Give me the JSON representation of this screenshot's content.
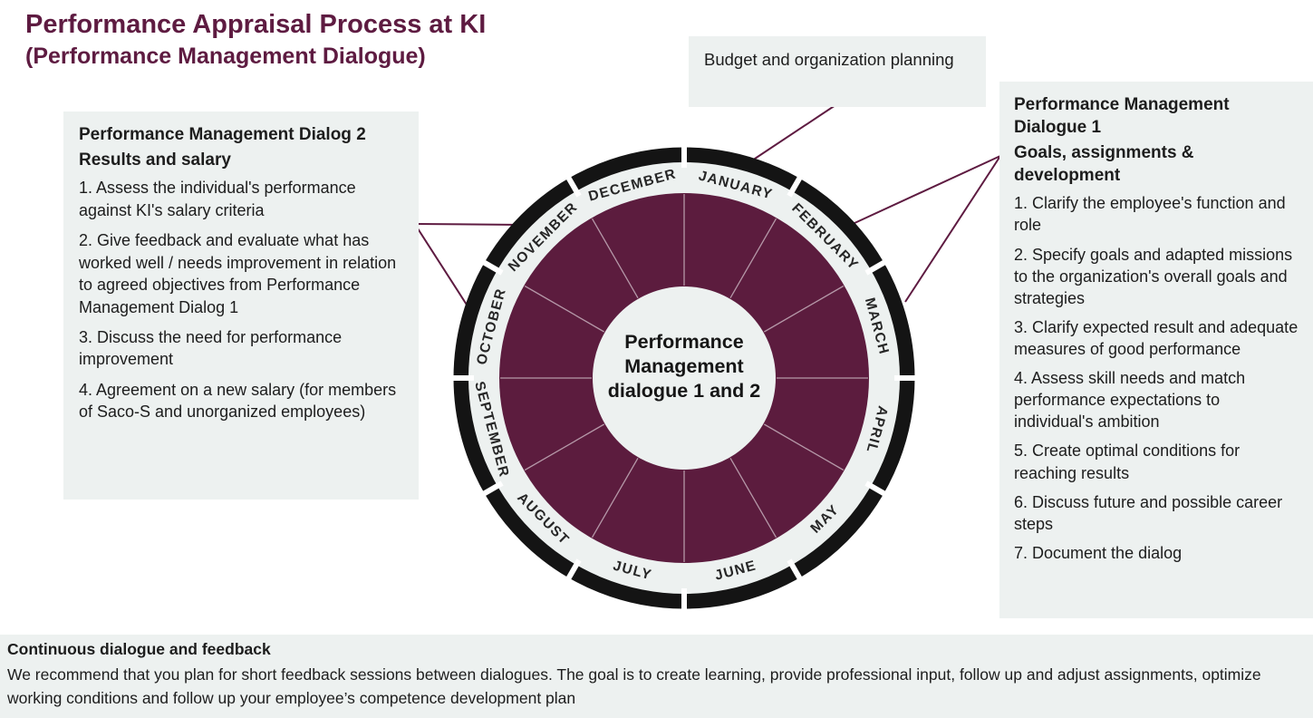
{
  "title": {
    "line1": "Performance Appraisal Process at KI",
    "line2": "(Performance Management Dialogue)"
  },
  "boxes": {
    "top": {
      "text": "Budget and organization planning"
    },
    "left": {
      "heading": "Performance Management Dialog 2",
      "subheading": "Results and salary",
      "items": [
        "1. Assess the individual's performance against KI's salary criteria",
        "2. Give feedback and evaluate what has worked well / needs improvement in relation to agreed objectives from Performance Management Dialog 1",
        "3. Discuss the need for performance improvement",
        "4. Agreement on a new salary (for members of Saco-S and unorganized employees)"
      ]
    },
    "right": {
      "heading": "Performance Management Dialogue 1",
      "subheading": "Goals, assignments & development",
      "items": [
        "1. Clarify the employee's function and role",
        "2. Specify goals and adapted missions to the organization's overall goals and strategies",
        "3. Clarify expected result and adequate measures of good performance",
        "4. Assess skill needs and match performance expectations to individual's ambition",
        "5. Create optimal conditions for reaching results",
        "6. Discuss future and possible career steps",
        "7. Document the dialog"
      ]
    }
  },
  "wheel": {
    "months": [
      "JANUARY",
      "FEBRUARY",
      "MARCH",
      "APRIL",
      "MAY",
      "JUNE",
      "JULY",
      "AUGUST",
      "SEPTEMBER",
      "OCTOBER",
      "NOVEMBER",
      "DECEMBER"
    ],
    "flipped_months": [
      "MAY",
      "JUNE",
      "JULY",
      "AUGUST",
      "SEPTEMBER"
    ],
    "center_label_lines": [
      "Performance",
      "Management",
      "dialogue 1 and 2"
    ]
  },
  "footer": {
    "heading": "Continuous dialogue and feedback",
    "body": "We recommend that you plan for short feedback sessions between dialogues. The goal is to create learning, provide professional input, follow up and adjust assignments, optimize working conditions and follow up your employee’s competence development plan"
  },
  "colors": {
    "wheel_plum": "#5C1C3E",
    "accent_line": "#5E1B41",
    "title_text": "#5E1B41",
    "box_background": "#EDF1F0",
    "ring_black": "#141414",
    "body_text": "#1D1D1D"
  }
}
